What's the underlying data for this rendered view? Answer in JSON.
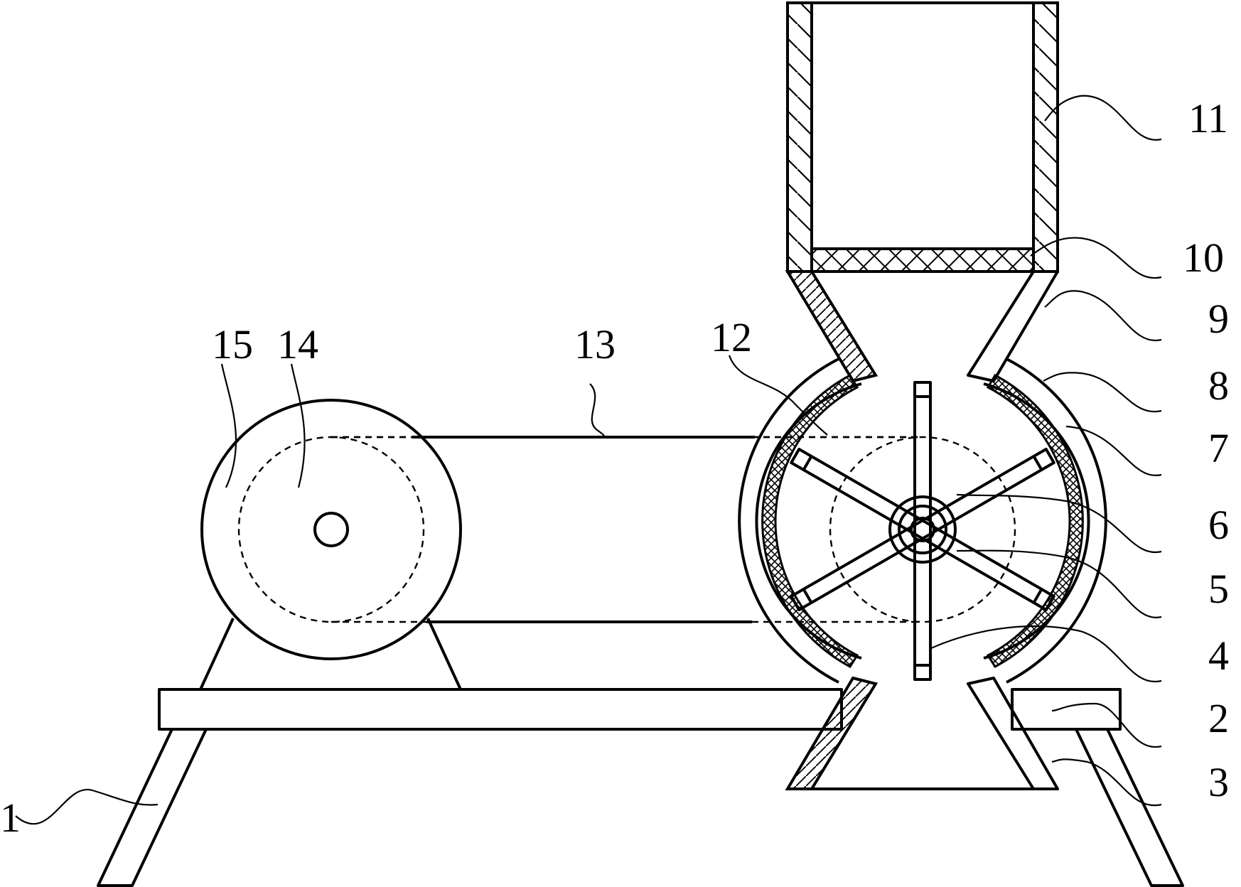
{
  "diagram": {
    "labels": [
      {
        "id": "part-1",
        "text": "1"
      },
      {
        "id": "part-2",
        "text": "2"
      },
      {
        "id": "part-3",
        "text": "3"
      },
      {
        "id": "part-4",
        "text": "4"
      },
      {
        "id": "part-5",
        "text": "5"
      },
      {
        "id": "part-6",
        "text": "6"
      },
      {
        "id": "part-7",
        "text": "7"
      },
      {
        "id": "part-8",
        "text": "8"
      },
      {
        "id": "part-9",
        "text": "9"
      },
      {
        "id": "part-10",
        "text": "10"
      },
      {
        "id": "part-11",
        "text": "11"
      },
      {
        "id": "part-12",
        "text": "12"
      },
      {
        "id": "part-13",
        "text": "13"
      },
      {
        "id": "part-14",
        "text": "14"
      },
      {
        "id": "part-15",
        "text": "15"
      }
    ],
    "colors": {
      "line": "#000000",
      "background": "#ffffff"
    }
  }
}
